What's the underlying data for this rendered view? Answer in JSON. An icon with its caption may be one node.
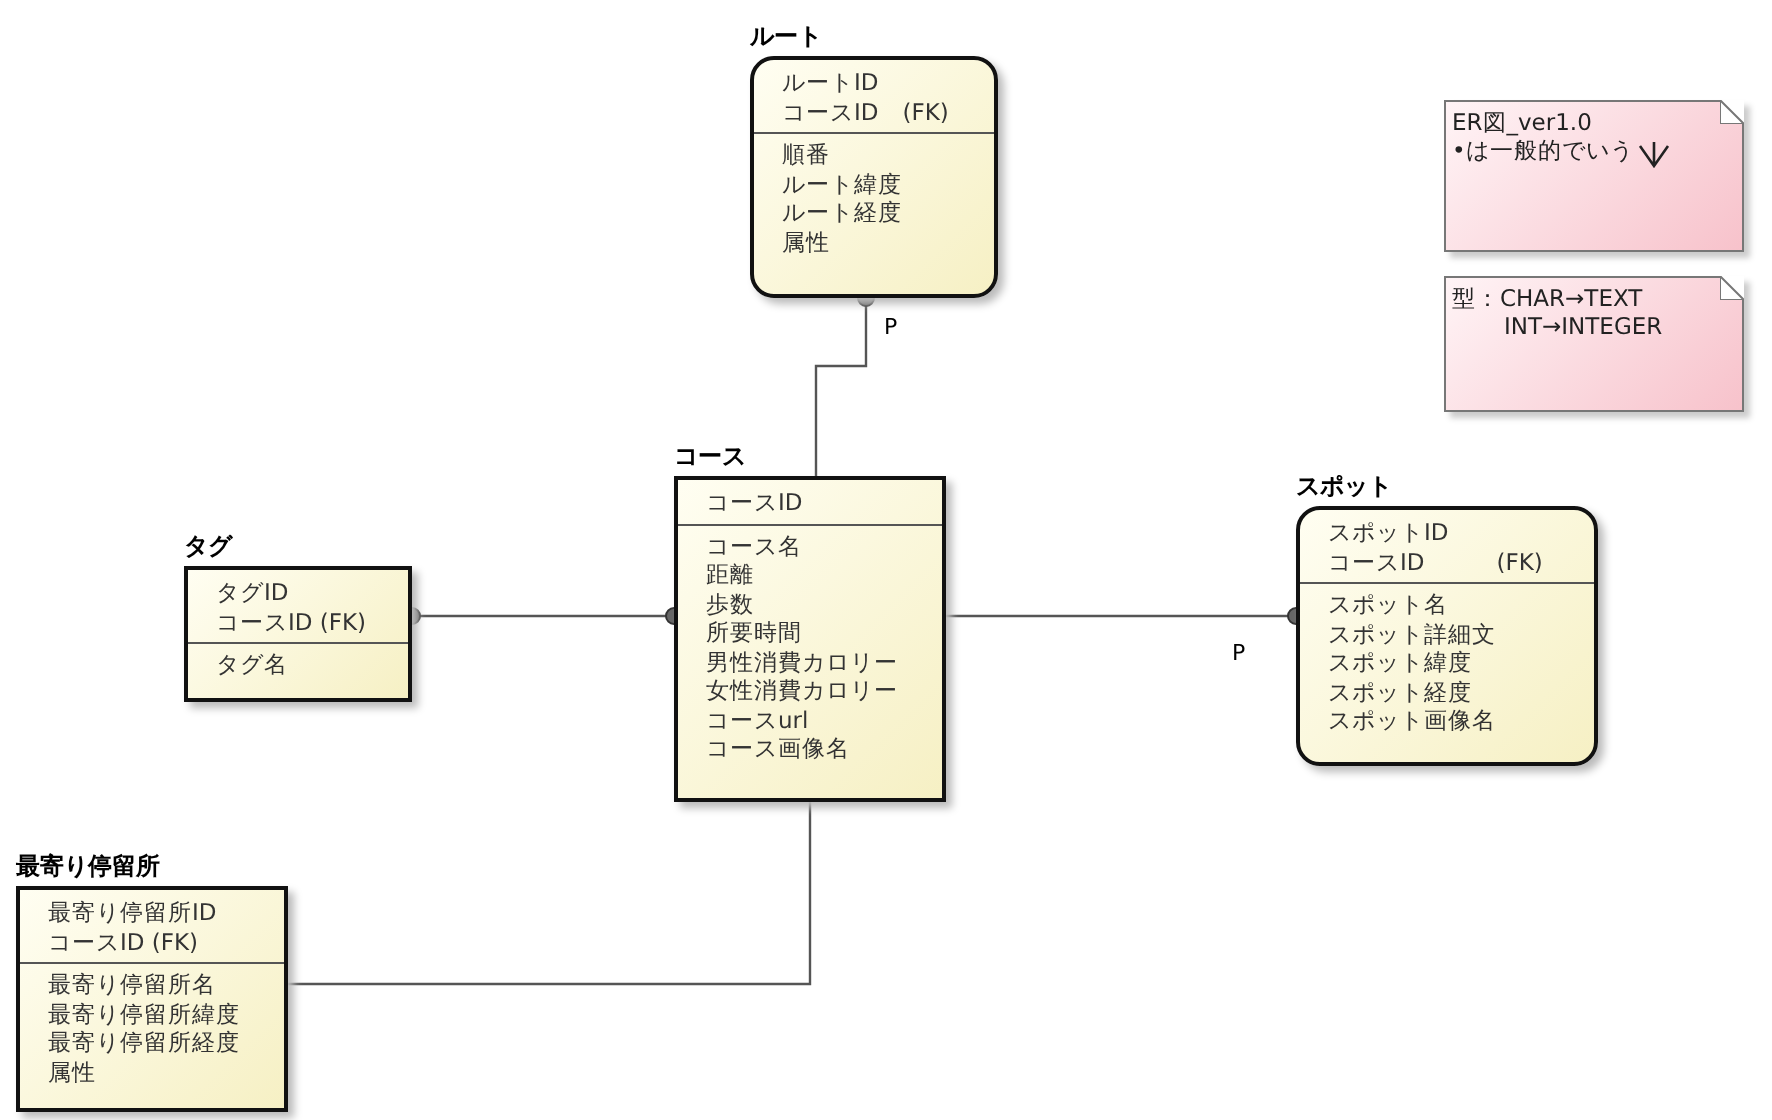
{
  "diagram": {
    "nodes": [
      {
        "text": [
          "ルート",
          "ルートID",
          "コースID　(FK)",
          "順番",
          "ルート緯度",
          "ルート経度",
          "属性"
        ]
      },
      {
        "text": [
          "コース",
          "コースID",
          "コース名",
          "距離",
          "歩数",
          "所要時間",
          "男性消費カロリー",
          "女性消費カロリー",
          "コースurl",
          "コース画像名"
        ]
      },
      {
        "text": [
          "タグ",
          "タグID",
          "コースID (FK)",
          "タグ名"
        ]
      },
      {
        "text": [
          "スポット",
          "スポットID",
          "コースID　　　(FK)",
          "スポット名",
          "スポット詳細文",
          "スポット緯度",
          "スポット経度",
          "スポット画像名"
        ]
      },
      {
        "text": [
          "最寄り停留所",
          "最寄り停留所ID",
          "コースID (FK)",
          "最寄り停留所名",
          "最寄り停留所緯度",
          "最寄り停留所経度",
          "属性"
        ]
      },
      {
        "text": [
          "ER図_ver1.0",
          "•は一般的でいう"
        ]
      },
      {
        "text": [
          "型：CHAR→TEXT",
          "INT→INTEGER"
        ]
      }
    ],
    "edges": [
      {
        "from": 1,
        "to": 0,
        "arrow": "other",
        "label": "P"
      },
      {
        "from": 1,
        "to": 2,
        "arrow": "other"
      },
      {
        "from": 1,
        "to": 3,
        "arrow": "other",
        "label": "P"
      },
      {
        "from": 1,
        "to": 4,
        "arrow": "none"
      }
    ]
  }
}
